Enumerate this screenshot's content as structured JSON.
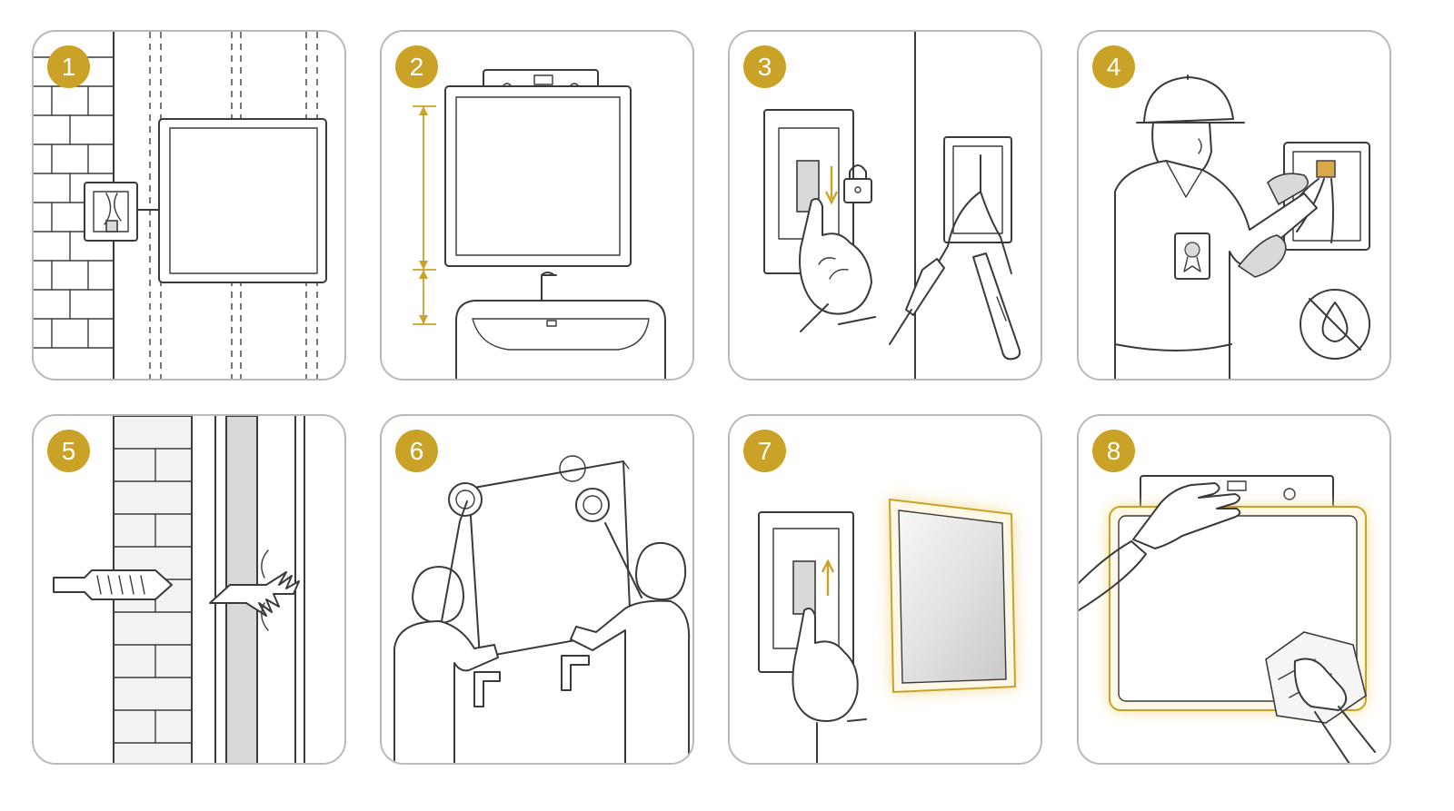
{
  "colors": {
    "accent": "#c9a227",
    "line": "#3a3a3a",
    "border": "#b9b9b9",
    "glow": "#f3d98e"
  },
  "steps": [
    {
      "number": "1",
      "icon": "wall-junction-box-icon"
    },
    {
      "number": "2",
      "icon": "level-height-measure-icon"
    },
    {
      "number": "3",
      "icon": "power-off-lockout-icon"
    },
    {
      "number": "4",
      "icon": "electrician-wiring-icon"
    },
    {
      "number": "5",
      "icon": "wall-anchor-icon"
    },
    {
      "number": "6",
      "icon": "two-person-mount-icon"
    },
    {
      "number": "7",
      "icon": "power-on-light-icon"
    },
    {
      "number": "8",
      "icon": "level-and-clean-icon"
    }
  ]
}
